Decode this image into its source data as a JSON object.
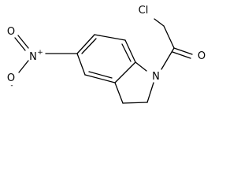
{
  "molecule": {
    "atoms": {
      "chloro": "Cl",
      "carbonyl_oxygen": "O",
      "ring_nitrogen": "N",
      "nitro_nitrogen": "N",
      "nitro_nitrogen_charge": "+",
      "nitro_oxygen_top": "O",
      "nitro_oxygen_bottom": "O",
      "nitro_oxygen_bottom_charge": "-"
    }
  }
}
